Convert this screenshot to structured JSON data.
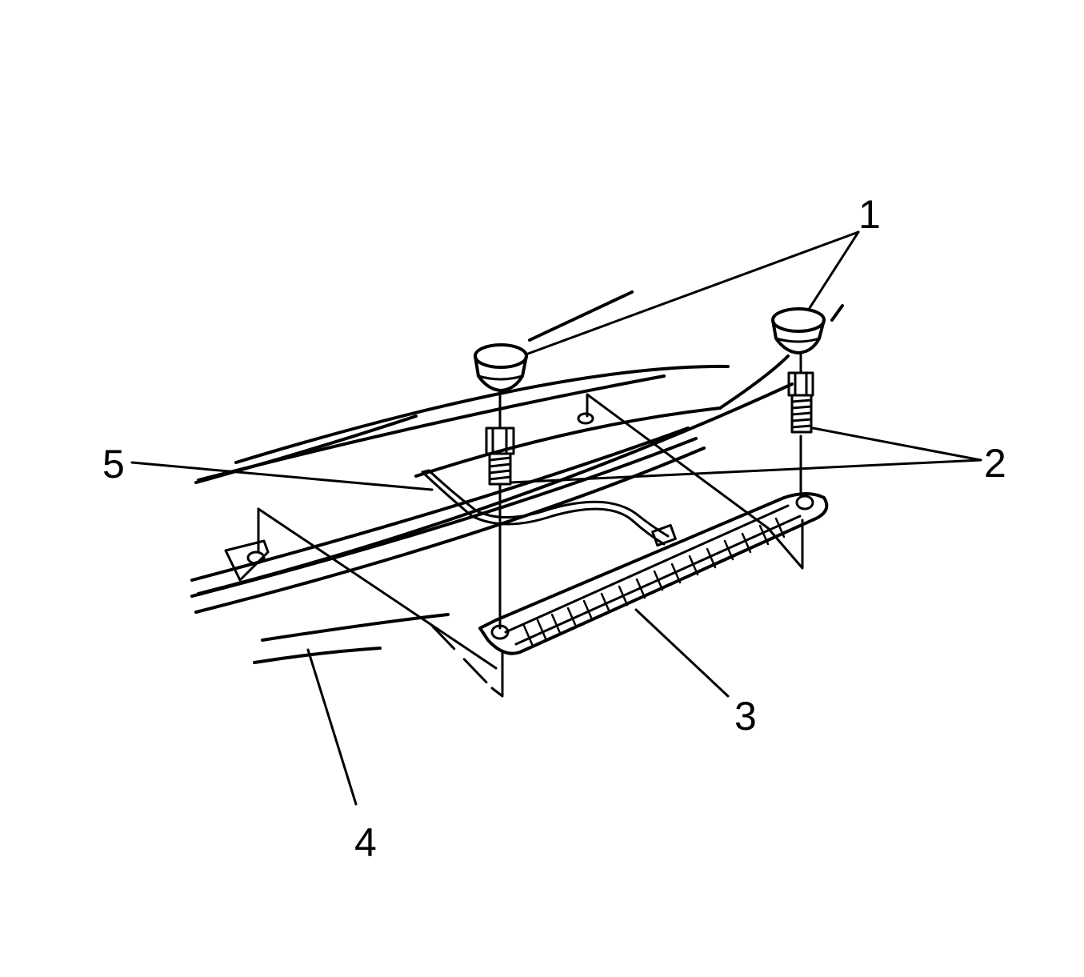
{
  "diagram": {
    "stroke_color": "#000000",
    "background_color": "#ffffff",
    "callouts": [
      {
        "id": "callout-1",
        "label": "1"
      },
      {
        "id": "callout-2",
        "label": "2"
      },
      {
        "id": "callout-3",
        "label": "3"
      },
      {
        "id": "callout-4",
        "label": "4"
      },
      {
        "id": "callout-5",
        "label": "5"
      }
    ]
  }
}
